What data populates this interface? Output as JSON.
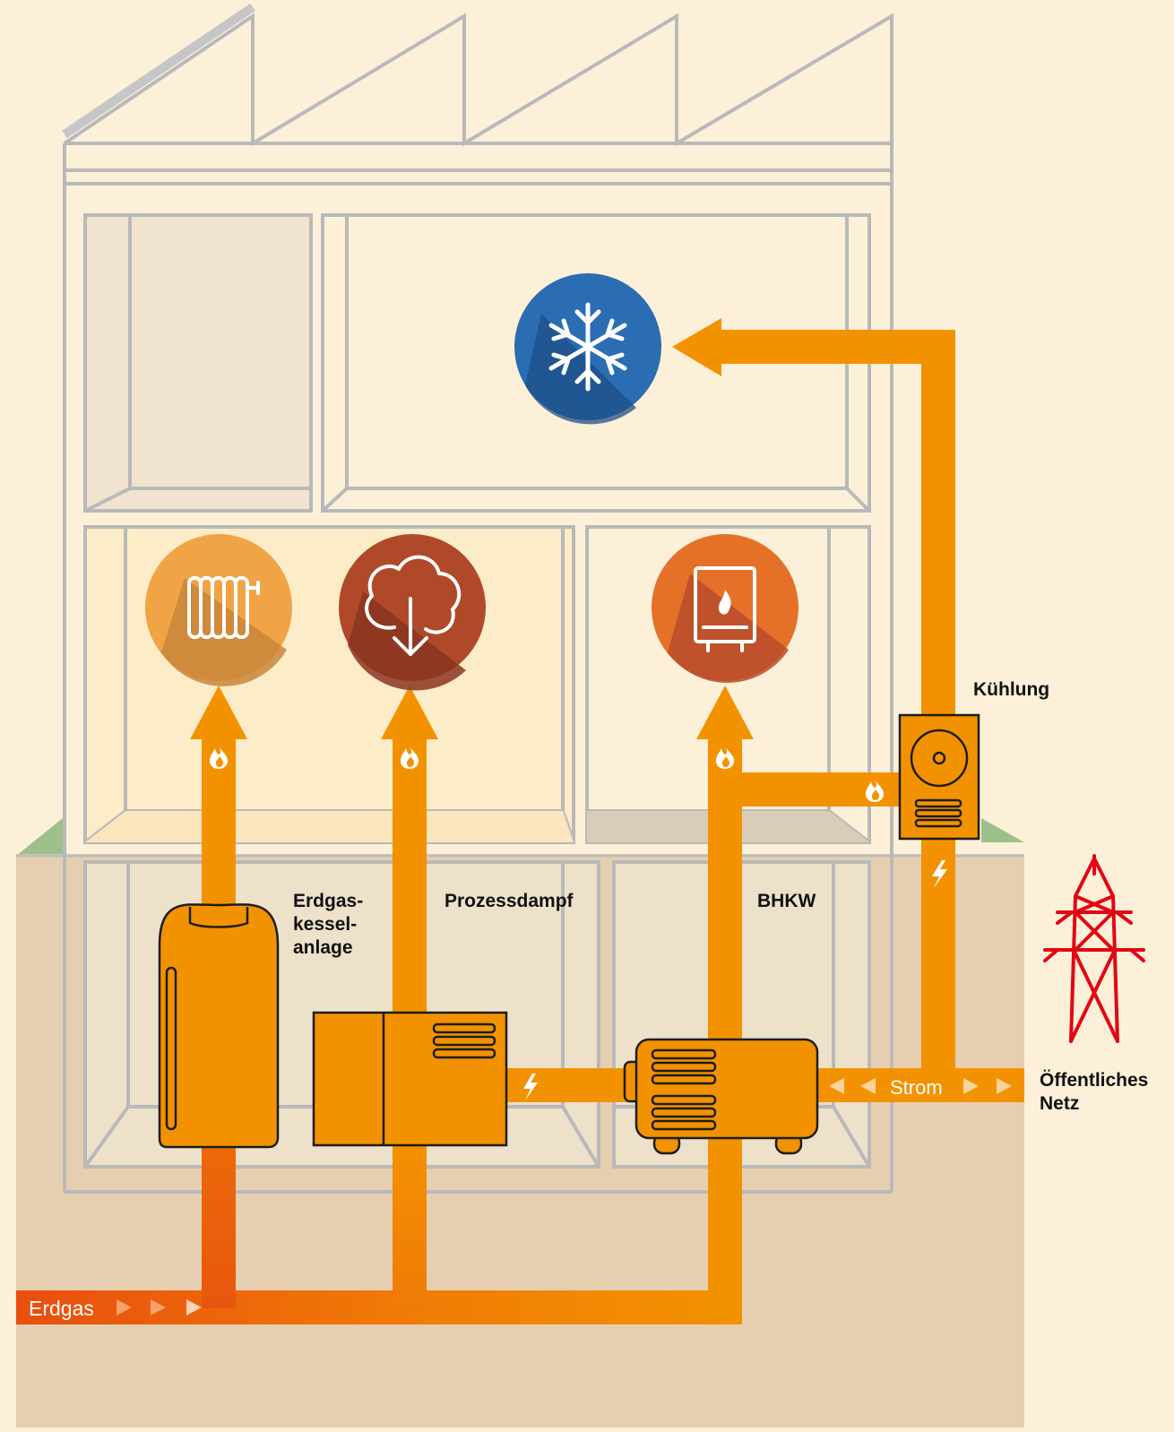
{
  "labels": {
    "erdgaskessel": [
      "Erdgas-",
      "kessel-",
      "anlage"
    ],
    "prozessdampf": "Prozessdampf",
    "bhkw": "BHKW",
    "kuehlung": "Kühlung",
    "netz": [
      "Öffentliches",
      "Netz"
    ]
  },
  "flows": {
    "erdgas": "Erdgas",
    "strom": "Strom"
  },
  "icons": {
    "cooling": "snowflake-icon",
    "heating": "radiator-icon",
    "steam": "steam-cloud-icon",
    "hotwater": "boiler-icon",
    "heat": "flame-icon",
    "power": "lightning-icon",
    "grid": "power-pylon-icon"
  },
  "colors": {
    "background": "#fdf0d9",
    "ground": "#e6cfb0",
    "pipe": "#f39200",
    "gas": "#e84e0f",
    "cooling": "#2a6db3",
    "heating": "#f0a445",
    "steam": "#b0492a",
    "hotwater": "#e57028",
    "grid": "#e30613",
    "building_line": "#b9b9b9"
  }
}
